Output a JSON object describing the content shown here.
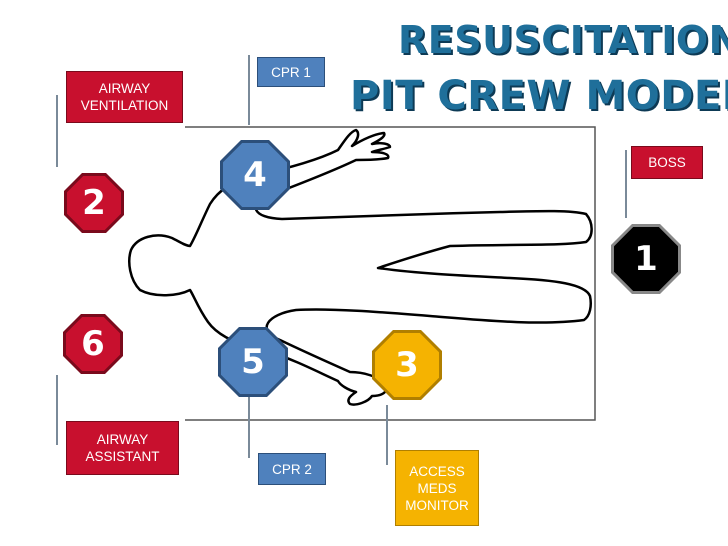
{
  "title": {
    "line1": "RESUSCITATION",
    "line2": "PIT CREW MODEL"
  },
  "roles": [
    {
      "number": "1",
      "label": "BOSS",
      "color": "#000000"
    },
    {
      "number": "2",
      "label": "AIRWAY\nVENTILATION",
      "color": "#c8102e"
    },
    {
      "number": "3",
      "label": "ACCESS\nMEDS\nMONITOR",
      "color": "#f5b301"
    },
    {
      "number": "4",
      "label": "CPR 1",
      "color": "#4f81bd"
    },
    {
      "number": "5",
      "label": "CPR 2",
      "color": "#4f81bd"
    },
    {
      "number": "6",
      "label": "AIRWAY\nASSISTANT",
      "color": "#c8102e"
    }
  ]
}
